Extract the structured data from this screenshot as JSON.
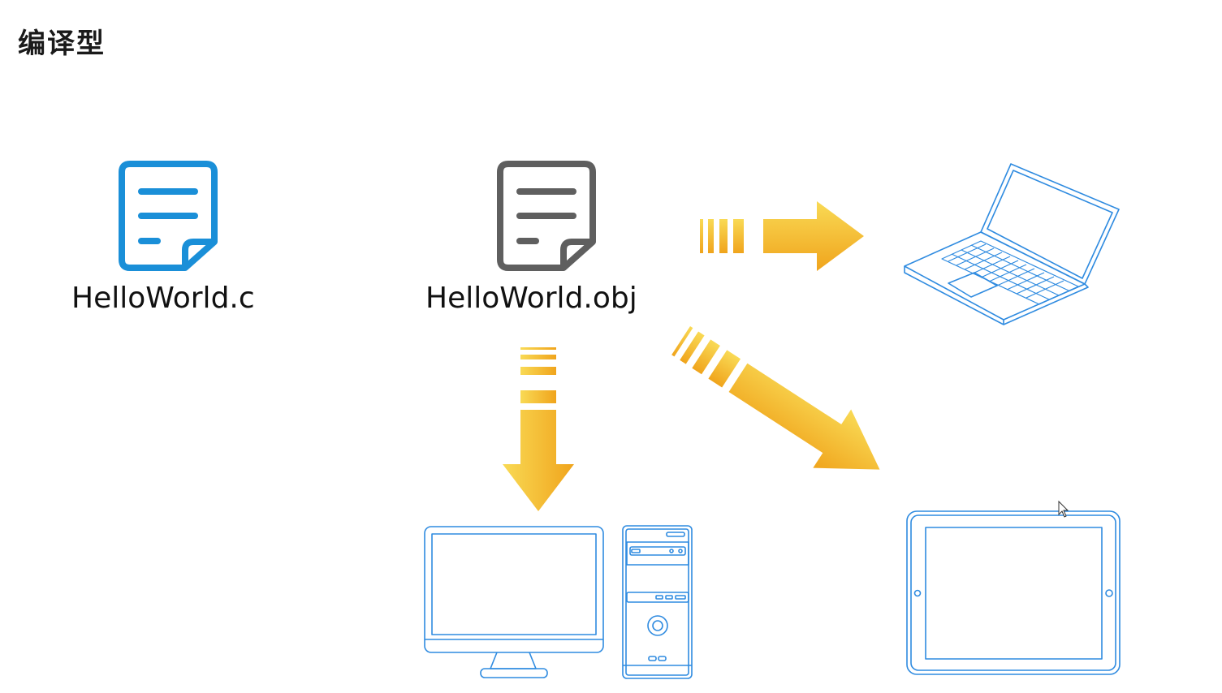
{
  "page": {
    "title": "编译型"
  },
  "files": {
    "source": {
      "label": "HelloWorld.c",
      "icon": "document-icon",
      "color": "#1a8fd8"
    },
    "object": {
      "label": "HelloWorld.obj",
      "icon": "document-icon",
      "color": "#5f5f5f"
    }
  },
  "devices": {
    "laptop": {
      "icon": "laptop-icon"
    },
    "desktop": {
      "icon": "desktop-computer-icon"
    },
    "tablet": {
      "icon": "tablet-icon"
    }
  },
  "colors": {
    "arrow_light": "#f7d24a",
    "arrow_dark": "#f0a81e",
    "device_outline": "#2f8be0"
  }
}
